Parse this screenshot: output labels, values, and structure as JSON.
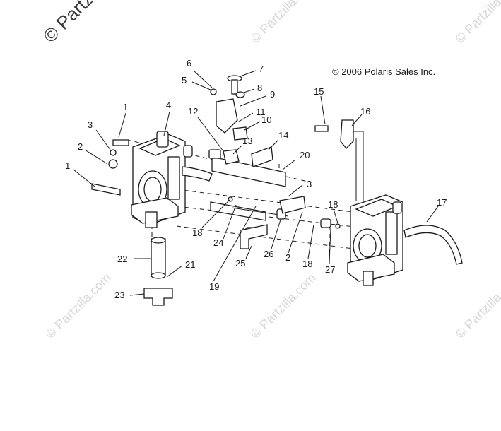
{
  "watermarks": {
    "corner": "© Partzilla.com",
    "tile": "© Partzilla.com"
  },
  "copyright": "© 2006 Polaris Sales Inc.",
  "callouts": [
    "1",
    "4",
    "3",
    "2",
    "1",
    "5",
    "6",
    "7",
    "8",
    "9",
    "12",
    "11",
    "10",
    "13",
    "14",
    "20",
    "3",
    "15",
    "16",
    "17",
    "18",
    "18",
    "24",
    "22",
    "21",
    "23",
    "19",
    "25",
    "26",
    "2",
    "18",
    "27"
  ]
}
